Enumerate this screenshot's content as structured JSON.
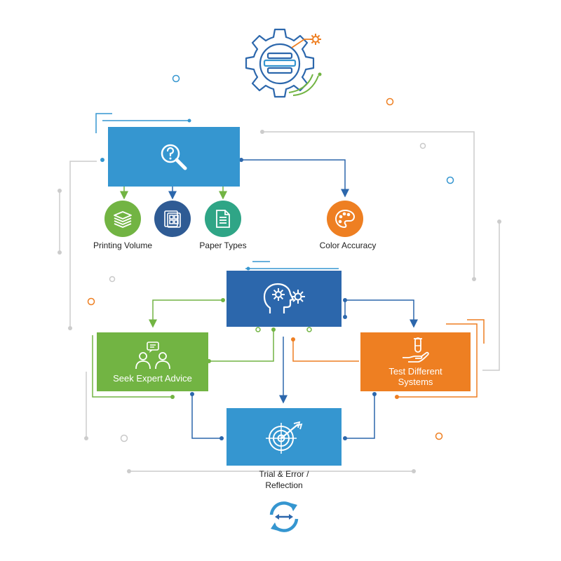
{
  "colors": {
    "blue": "#3596d0",
    "dark_blue": "#2c67ac",
    "navy": "#2f5b94",
    "green": "#72b443",
    "teal": "#2fa586",
    "orange": "#ee7f22",
    "connector_gray": "#c9c9c9",
    "text": "#222222"
  },
  "header": {
    "icon": "gear-with-document-stack-icon"
  },
  "research": {
    "icon": "magnifier-question-icon"
  },
  "factors": [
    {
      "label": "Printing Volume",
      "icon": "paper-stack-icon",
      "color": "#72b443"
    },
    {
      "label": "",
      "icon": "document-grid-icon",
      "color": "#2f5b94"
    },
    {
      "label": "Paper Types",
      "icon": "document-icon",
      "color": "#2fa586"
    },
    {
      "label": "Color Accuracy",
      "icon": "palette-icon",
      "color": "#ee7f22"
    }
  ],
  "thinking": {
    "icon": "head-with-gears-icon"
  },
  "expert": {
    "label": "Seek Expert Advice",
    "icon": "people-chat-icon"
  },
  "test": {
    "label": "Test Different Systems",
    "icon": "hand-test-tube-icon"
  },
  "trial": {
    "label": "Trial & Error / Reflection",
    "icon": "target-arrow-icon"
  },
  "footer": {
    "icon": "cycle-arrows-icon"
  }
}
